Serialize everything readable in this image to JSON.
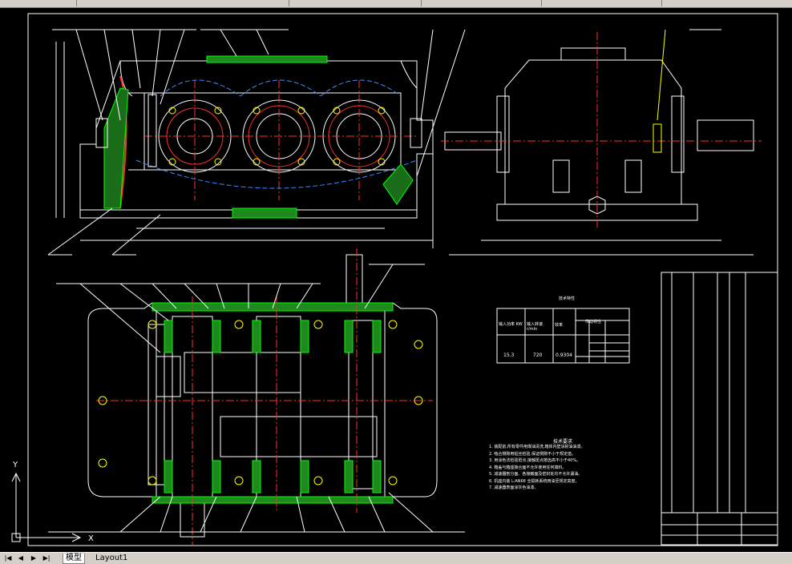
{
  "tabs": [
    {
      "label": "模型",
      "active": true
    },
    {
      "label": "Layout1",
      "active": false
    }
  ],
  "nav": [
    "|◀",
    "◀",
    "▶",
    "▶|"
  ],
  "ucs": {
    "x_label": "X",
    "y_label": "Y"
  },
  "drawing": {
    "tech_title": "技术要求",
    "tech_lines": [
      "1. 装配前,所有零件用煤油清洗,箱体内壁涂耐油油漆。",
      "2. 啮合侧隙用铅丝检验,保证侧隙不小于规定值。",
      "3. 用涂色法检验斑点,接触斑点按齿高不小于40%。",
      "4. 箱盖与箱座接合面不允许使用任何填料。",
      "5. 减速器剖分面、各接触面及密封处均不允许漏油。",
      "6. 机座内装 L-AN68 全损耗系统用油至规定高度。",
      "7. 减速器表面涂灰色油漆。"
    ],
    "param_title": "技术特性",
    "param_headers": [
      "输入功率 KW",
      "输入转速 r/min",
      "效率",
      "传动特性"
    ],
    "param_values": [
      "15.3",
      "720",
      "0.9304"
    ]
  },
  "colors": {
    "background": "#000000",
    "outline": "#ffffff",
    "center": "#ff0000",
    "section": "#00ff00",
    "hidden": "#3c8cff",
    "bolt": "#ffff00",
    "dim": "#ffffff"
  }
}
